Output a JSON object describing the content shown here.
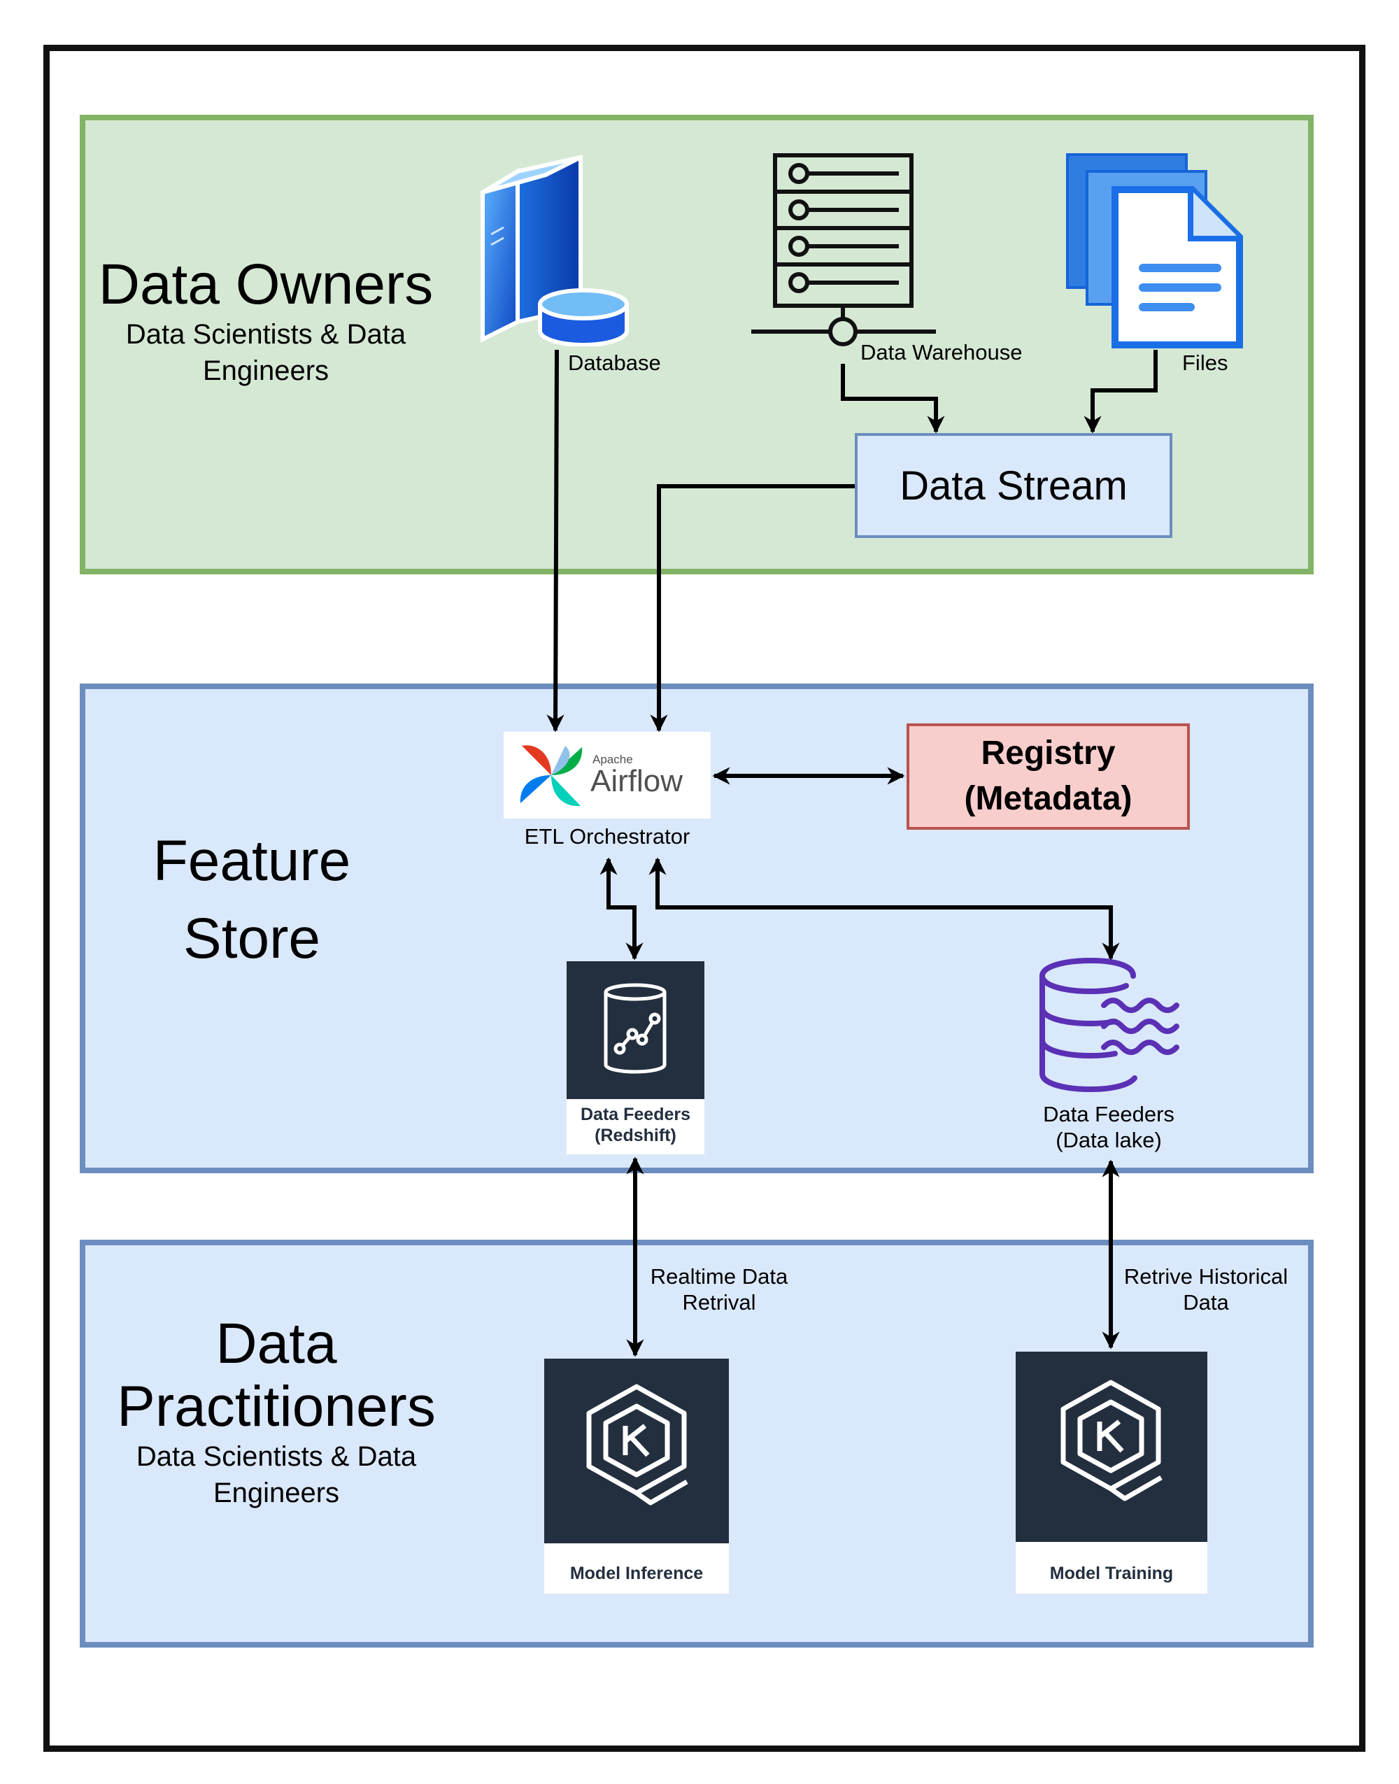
{
  "sections": {
    "data_owners": {
      "title": "Data Owners",
      "subtitle_line1": "Data Scientists & Data",
      "subtitle_line2": "Engineers"
    },
    "feature_store": {
      "title_line1": "Feature",
      "title_line2": "Store"
    },
    "data_practitioners": {
      "title_line1": "Data",
      "title_line2": "Practitioners",
      "subtitle_line1": "Data Scientists & Data",
      "subtitle_line2": "Engineers"
    }
  },
  "nodes": {
    "database": {
      "label": "Database",
      "icon": "database-server-icon"
    },
    "data_warehouse": {
      "label": "Data Warehouse",
      "icon": "server-rack-icon"
    },
    "files": {
      "label": "Files",
      "icon": "files-icon"
    },
    "data_stream": {
      "label": "Data Stream"
    },
    "airflow": {
      "logo_small": "Apache",
      "logo_text": "Airflow",
      "label": "ETL Orchestrator",
      "icon": "airflow-pinwheel-icon"
    },
    "registry": {
      "line1": "Registry",
      "line2": "(Metadata)"
    },
    "redshift": {
      "line1": "Data Feeders",
      "line2": "(Redshift)",
      "icon": "redshift-icon"
    },
    "datalake": {
      "line1": "Data Feeders",
      "line2": "(Data lake)",
      "icon": "data-lake-icon"
    },
    "model_inference": {
      "label": "Model Inference",
      "icon": "kubeflow-icon"
    },
    "model_training": {
      "label": "Model Training",
      "icon": "kubeflow-icon"
    }
  },
  "edges": {
    "realtime": {
      "line1": "Realtime Data",
      "line2": "Retrival"
    },
    "historical": {
      "line1": "Retrive Historical",
      "line2": "Data"
    }
  },
  "colors": {
    "owners_fill": "#d5e8d4",
    "owners_border": "#82b366",
    "store_fill": "#dae8fc",
    "store_border": "#6c8ebf",
    "registry_fill": "#f8cecc",
    "registry_border": "#b85450",
    "aws_dark": "#232f3e",
    "datalake_purple": "#5a30b5"
  }
}
